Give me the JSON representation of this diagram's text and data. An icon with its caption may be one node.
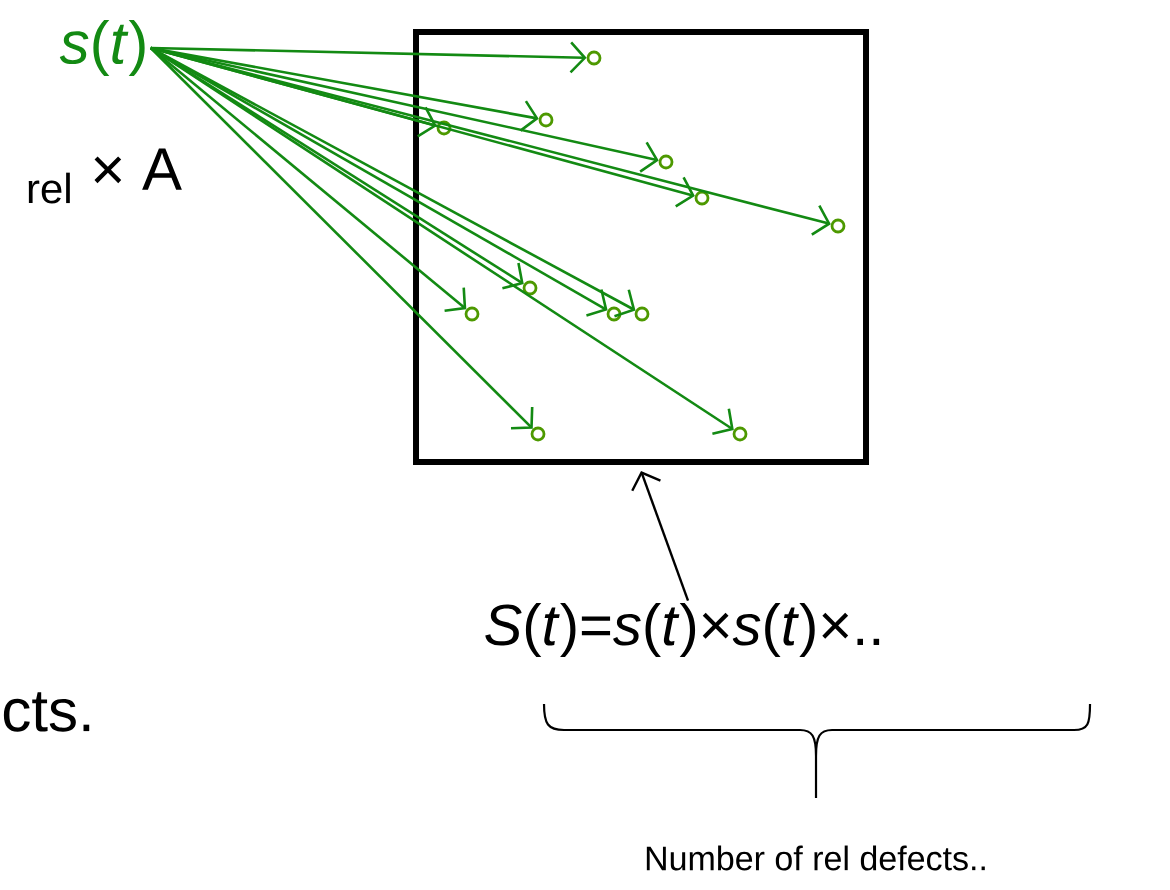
{
  "diagram": {
    "nodes": [
      {
        "text": [
          "*s*(*t*)"
        ]
      },
      {
        "text": [],
        "shape": "box"
      },
      {
        "text": [],
        "shape": "circle",
        "in": 1
      },
      {
        "text": [],
        "shape": "circle",
        "in": 1
      },
      {
        "text": [],
        "shape": "circle",
        "in": 1
      },
      {
        "text": [],
        "shape": "circle",
        "in": 1
      },
      {
        "text": [],
        "shape": "circle",
        "in": 1
      },
      {
        "text": [],
        "shape": "circle",
        "in": 1
      },
      {
        "text": [],
        "shape": "circle",
        "in": 1
      },
      {
        "text": [],
        "shape": "circle",
        "in": 1
      },
      {
        "text": [],
        "shape": "circle",
        "in": 1
      },
      {
        "text": [],
        "shape": "circle",
        "in": 1
      },
      {
        "text": [],
        "shape": "circle",
        "in": 1
      },
      {
        "text": [],
        "shape": "circle",
        "in": 1
      },
      {
        "text": [
          "*S*(*t*)=*s*(*t*)×*s*(*t*)×.."
        ]
      }
    ],
    "edges": [
      {
        "from": 0,
        "to": 2,
        "arrow": "to"
      },
      {
        "from": 0,
        "to": 3,
        "arrow": "to"
      },
      {
        "from": 0,
        "to": 4,
        "arrow": "to"
      },
      {
        "from": 0,
        "to": 5,
        "arrow": "to"
      },
      {
        "from": 0,
        "to": 6,
        "arrow": "to"
      },
      {
        "from": 0,
        "to": 7,
        "arrow": "to"
      },
      {
        "from": 0,
        "to": 8,
        "arrow": "to"
      },
      {
        "from": 0,
        "to": 9,
        "arrow": "to"
      },
      {
        "from": 0,
        "to": 10,
        "arrow": "to"
      },
      {
        "from": 0,
        "to": 11,
        "arrow": "to"
      },
      {
        "from": 0,
        "to": 12,
        "arrow": "to"
      },
      {
        "from": 0,
        "to": 13,
        "arrow": "to"
      },
      {
        "from": 14,
        "to": 1,
        "arrow": "to",
        "color": "#000000"
      }
    ],
    "labels": [
      "$_{rel}$ × A",
      "cts.",
      "Number of rel defects.."
    ]
  }
}
